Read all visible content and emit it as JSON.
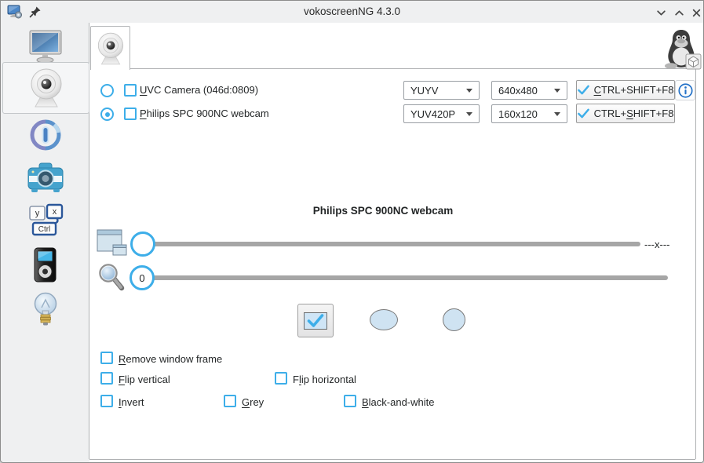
{
  "titlebar": {
    "title": "vokoscreenNG 4.3.0",
    "app_icon": "monitor-with-gear",
    "pin_icon": "pin",
    "controls": [
      {
        "id": "minimize",
        "icon": "chevron-down"
      },
      {
        "id": "maximize",
        "icon": "chevron-up"
      },
      {
        "id": "close",
        "icon": "x"
      }
    ]
  },
  "sidebar": {
    "items": [
      {
        "id": "screencast",
        "icon": "monitor-icon",
        "selected": false
      },
      {
        "id": "webcam",
        "icon": "webcam-icon",
        "selected": true
      },
      {
        "id": "countdown",
        "icon": "countdown-icon",
        "selected": false
      },
      {
        "id": "screenshot",
        "icon": "camera-icon",
        "selected": false
      },
      {
        "id": "shortcuts",
        "icon": "hotkeys-icon",
        "selected": false
      },
      {
        "id": "player",
        "icon": "media-player-icon",
        "selected": false
      },
      {
        "id": "help",
        "icon": "lightbulb-icon",
        "selected": false
      }
    ]
  },
  "webcam_tab": {
    "tab_icon": "webcam-icon",
    "logo": "tux-penguin",
    "cameras": [
      {
        "label": {
          "pre": "",
          "key": "U",
          "post": "VC Camera (046d:0809)"
        },
        "radio_selected": false,
        "checkbox_checked": false,
        "format": "YUYV",
        "resolution": "640x480",
        "shortcut": {
          "pre": "",
          "key": "C",
          "post": "TRL+SHIFT+F8"
        },
        "has_info_button": true
      },
      {
        "label": {
          "pre": "",
          "key": "P",
          "post": "hilips SPC 900NC webcam"
        },
        "radio_selected": true,
        "checkbox_checked": false,
        "format": "YUV420P",
        "resolution": "160x120",
        "shortcut": {
          "pre": "CTRL+",
          "key": "S",
          "post": "HIFT+F8"
        },
        "has_info_button": false
      }
    ],
    "preview_title": "Philips SPC 900NC webcam",
    "size_slider": {
      "icon": "resize-window-icon",
      "value_label": "---x---"
    },
    "zoom_slider": {
      "icon": "magnifier-icon",
      "value": "0"
    },
    "shape_buttons": [
      {
        "id": "rectangle",
        "checked": true
      },
      {
        "id": "ellipse",
        "checked": false
      },
      {
        "id": "circle",
        "checked": false
      }
    ],
    "options": [
      {
        "id": "remove-window-frame",
        "label": {
          "pre": "",
          "key": "R",
          "post": "emove window frame"
        },
        "checked": false
      },
      {
        "id": "flip-vertical",
        "label": {
          "pre": "",
          "key": "F",
          "post": "lip vertical"
        },
        "checked": false
      },
      {
        "id": "flip-horizontal",
        "label": {
          "pre": "F",
          "key": "l",
          "post": "ip horizontal"
        },
        "checked": false
      },
      {
        "id": "invert",
        "label": {
          "pre": "",
          "key": "I",
          "post": "nvert"
        },
        "checked": false
      },
      {
        "id": "grey",
        "label": {
          "pre": "",
          "key": "G",
          "post": "rey"
        },
        "checked": false
      },
      {
        "id": "black-and-white",
        "label": {
          "pre": "",
          "key": "B",
          "post": "lack-and-white"
        },
        "checked": false
      }
    ]
  },
  "colors": {
    "accent_blue": "#3daee9",
    "info_blue": "#2472c8",
    "slider_track_grey": "#a6a6a6",
    "window_bg": "#eff0f1",
    "pane_bg": "#ffffff"
  }
}
